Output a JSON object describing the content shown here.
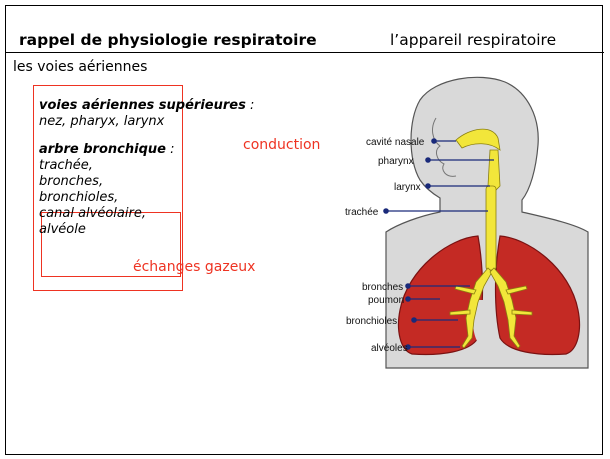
{
  "header": {
    "title": "rappel de physiologie respiratoire",
    "subtitle": "l’appareil respiratoire"
  },
  "section": {
    "title": "les voies aériennes"
  },
  "list": {
    "upper_heading": "voies aériennes supérieures",
    "upper_colon": " :",
    "upper_items": "nez, pharyx, larynx",
    "tree_heading": "arbre bronchique",
    "tree_colon": " :",
    "tree_items": [
      "trachée,",
      "bronches,",
      "bronchioles,",
      "canal alvéolaire,",
      "alvéole"
    ]
  },
  "zones": {
    "conduction": "conduction",
    "exchange": "échanges gazeux"
  },
  "anatomy": {
    "labels": [
      "cavité nasale",
      "pharynx",
      "larynx",
      "trachée",
      "bronches",
      "poumon",
      "bronchioles",
      "alvéoles"
    ],
    "colors": {
      "lung": "#cc2222",
      "airway": "#f2e63a",
      "body": "#d9d9d9",
      "zone_line": "#e53322",
      "pointer": "#1a2a7a"
    }
  }
}
